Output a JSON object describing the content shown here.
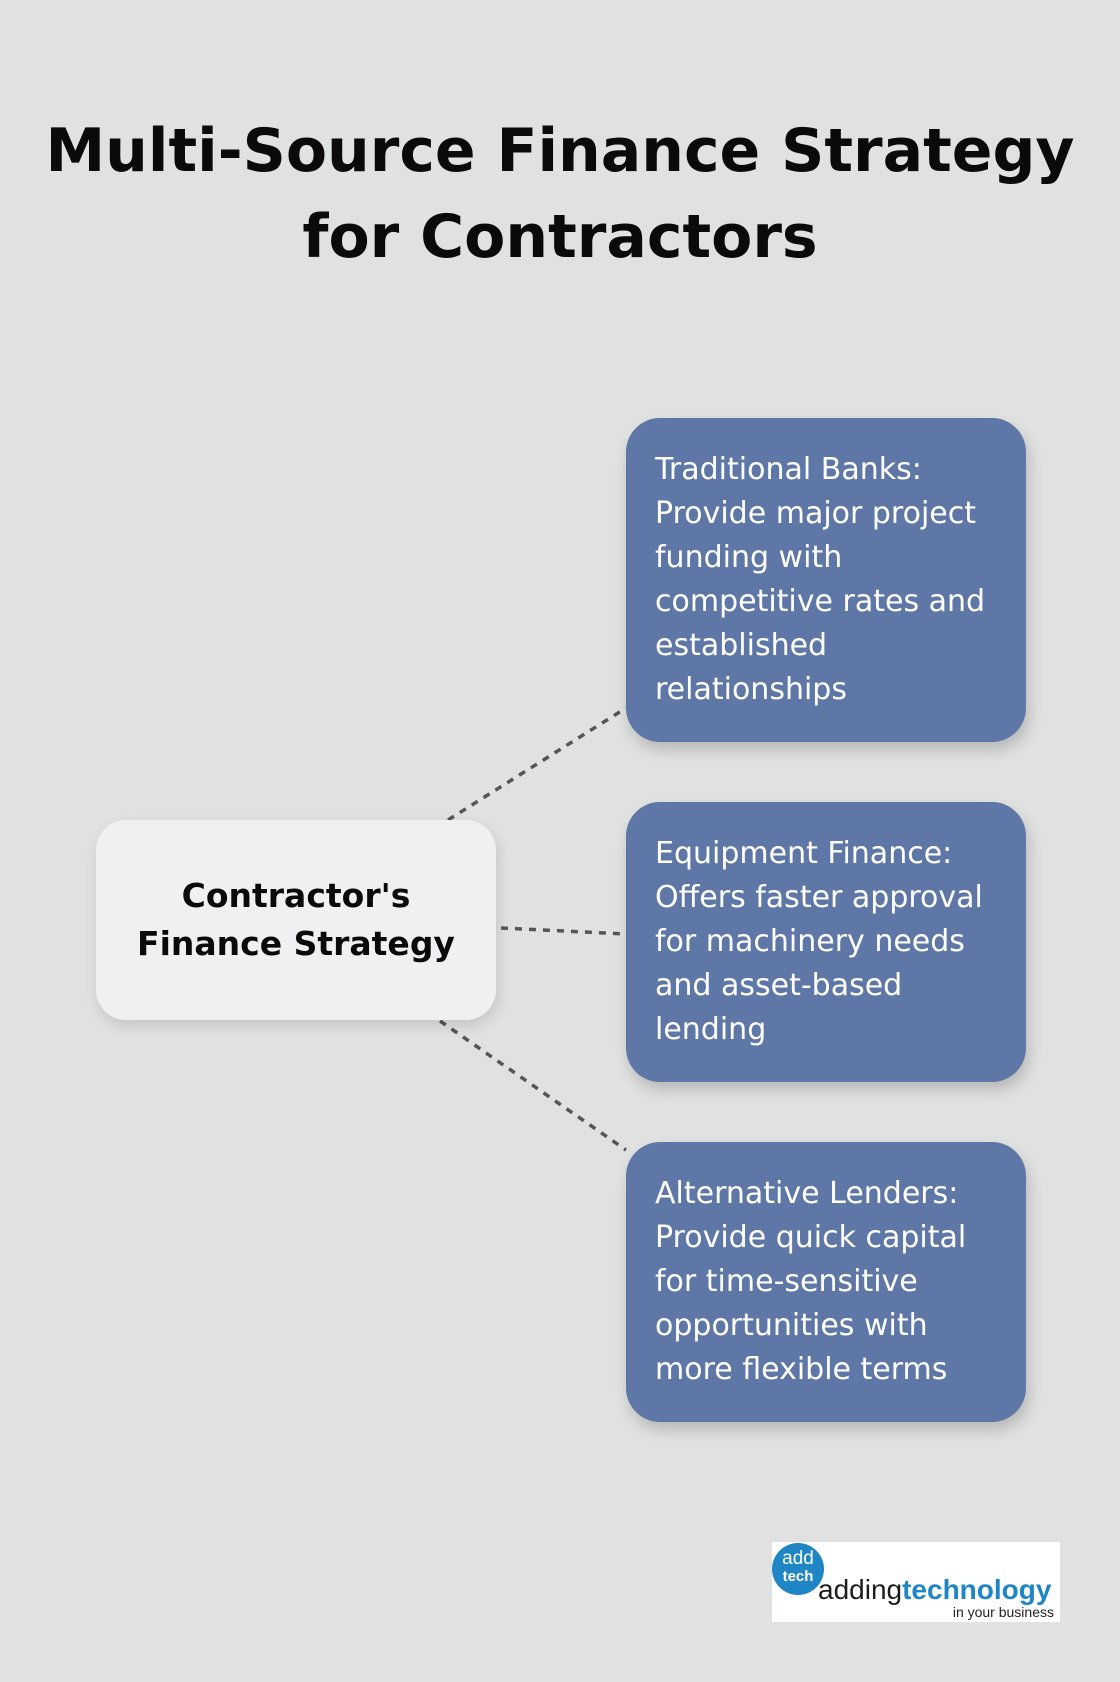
{
  "title": "Multi-Source Finance Strategy for Contractors",
  "center": {
    "label": "Contractor's Finance Strategy"
  },
  "cards": [
    {
      "text": "Traditional Banks: Provide major project funding with competitive rates and established relationships"
    },
    {
      "text": "Equipment Finance: Offers faster approval for machinery needs and asset-based lending"
    },
    {
      "text": "Alternative Lenders: Provide quick capital for time-sensitive opportunities with more flexible terms"
    }
  ],
  "logo": {
    "badge_top": "add",
    "badge_bottom": "tech",
    "word_part1": "adding",
    "word_part2": "technology",
    "tagline": "in your business"
  },
  "colors": {
    "background": "#e0e1e1",
    "card": "#5e77a7",
    "center_node": "#eff0f2",
    "connector": "#555555",
    "logo_blue": "#1f86c6"
  }
}
